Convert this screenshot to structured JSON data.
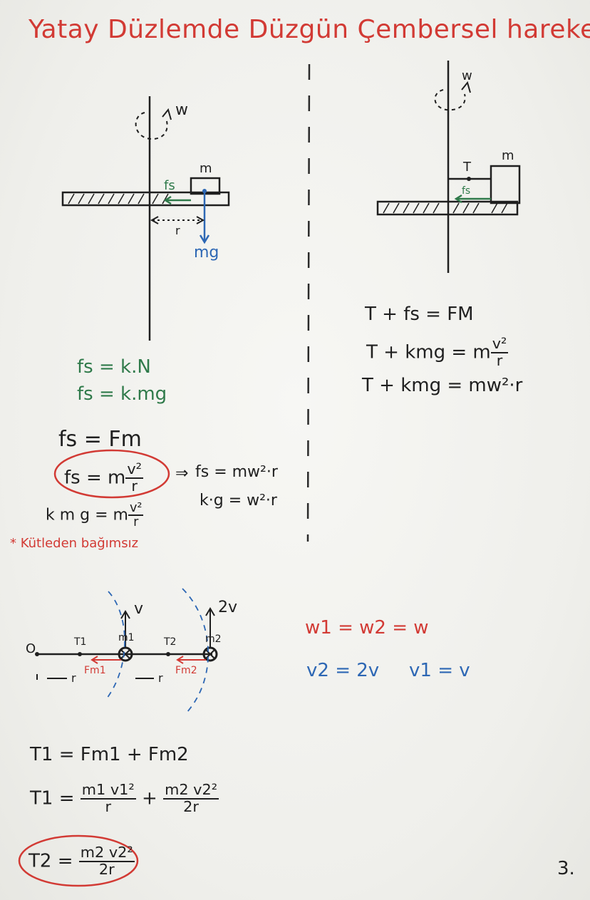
{
  "title": "Yatay Düzlemde Düzgün Çembersel hareket",
  "diagram_left": {
    "omega": "w",
    "mass": "m",
    "friction": "fs",
    "radius": "r",
    "weight": "mg"
  },
  "diagram_right": {
    "omega": "w",
    "mass": "m",
    "tension": "T",
    "friction": "fs"
  },
  "eq_right": {
    "line1": "T + fs = FM",
    "line2_left": "T + kmg = m",
    "line2_num": "v²",
    "line2_den": "r",
    "line3": "T + kmg = mw²·r"
  },
  "eq_left": {
    "line1": "fs = k.N",
    "line2": "fs = k.mg",
    "line3": "fs = Fm",
    "line4_left": "fs = m",
    "line4_num": "v²",
    "line4_den": "r",
    "line4_right": "fs = mw²·r",
    "line5_left": "k m g = m",
    "line5_num": "v²",
    "line5_den": "r",
    "line5_right": "k·g = w²·r",
    "note": "* Kütleden bağımsız"
  },
  "diagram_bottom": {
    "origin": "O",
    "t1": "T1",
    "t2": "T2",
    "m1": "m1",
    "m2": "m2",
    "fm1": "Fm1",
    "fm2": "Fm2",
    "r1": "r",
    "r2": "r",
    "v1": "v",
    "v2": "2v"
  },
  "eq_bottom_right": {
    "line1": "w1 = w2 = w",
    "line2a": "v2 = 2v",
    "line2b": "v1 = v"
  },
  "eq_bottom": {
    "line1": "T1 = Fm1 + Fm2",
    "line2_left": "T1 =",
    "line2_n1": "m1 v1²",
    "line2_d1": "r",
    "line2_plus": "+",
    "line2_n2": "m2 v2²",
    "line2_d2": "2r",
    "line3_left": "T2 =",
    "line3_num": "m2 v2²",
    "line3_den": "2r"
  },
  "page_number": "3."
}
